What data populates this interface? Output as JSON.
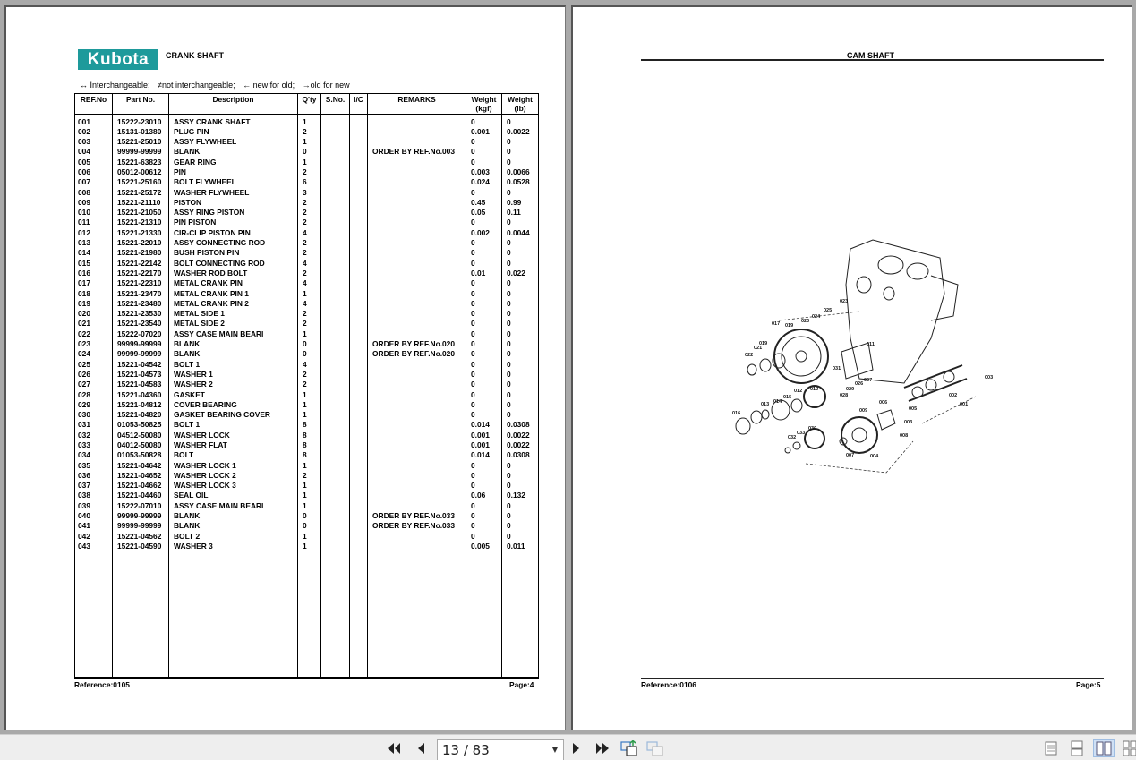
{
  "left_page": {
    "logo_text": "Kubota",
    "title": "CRANK SHAFT",
    "legend": {
      "interchangeable": "↔ Interchangeable;",
      "not_interchangeable": "≠not interchangeable;",
      "new_for_old": "← new for old;",
      "old_for_new": "→old for new"
    },
    "columns": [
      "REF.No",
      "Part No.",
      "Description",
      "Q'ty",
      "S.No.",
      "I/C",
      "REMARKS",
      "Weight\n(kgf)",
      "Weight\n(lb)"
    ],
    "columns_display": {
      "ref": "REF.No",
      "part": "Part No.",
      "desc": "Description",
      "qty": "Q'ty",
      "sno": "S.No.",
      "ic": "I/C",
      "remarks": "REMARKS",
      "wkg_1": "Weight",
      "wkg_2": "(kgf)",
      "wlb_1": "Weight",
      "wlb_2": "(lb)"
    },
    "rows": [
      {
        "ref": "001",
        "part": "15222-23010",
        "desc": "ASSY CRANK SHAFT",
        "qty": "1",
        "remarks": "",
        "kgf": "0",
        "lb": "0"
      },
      {
        "ref": "002",
        "part": "15131-01380",
        "desc": "PLUG PIN",
        "qty": "2",
        "remarks": "",
        "kgf": "0.001",
        "lb": "0.0022"
      },
      {
        "ref": "003",
        "part": "15221-25010",
        "desc": "ASSY FLYWHEEL",
        "qty": "1",
        "remarks": "",
        "kgf": "0",
        "lb": "0"
      },
      {
        "ref": "004",
        "part": "99999-99999",
        "desc": "BLANK",
        "qty": "0",
        "remarks": "ORDER BY REF.No.003",
        "kgf": "0",
        "lb": "0"
      },
      {
        "ref": "005",
        "part": "15221-63823",
        "desc": "GEAR RING",
        "qty": "1",
        "remarks": "",
        "kgf": "0",
        "lb": "0"
      },
      {
        "ref": "006",
        "part": "05012-00612",
        "desc": "PIN",
        "qty": "2",
        "remarks": "",
        "kgf": "0.003",
        "lb": "0.0066"
      },
      {
        "ref": "007",
        "part": "15221-25160",
        "desc": "BOLT FLYWHEEL",
        "qty": "6",
        "remarks": "",
        "kgf": "0.024",
        "lb": "0.0528"
      },
      {
        "ref": "008",
        "part": "15221-25172",
        "desc": "WASHER FLYWHEEL",
        "qty": "3",
        "remarks": "",
        "kgf": "0",
        "lb": "0"
      },
      {
        "ref": "009",
        "part": "15221-21110",
        "desc": "PISTON",
        "qty": "2",
        "remarks": "",
        "kgf": "0.45",
        "lb": "0.99"
      },
      {
        "ref": "010",
        "part": "15221-21050",
        "desc": "ASSY RING PISTON",
        "qty": "2",
        "remarks": "",
        "kgf": "0.05",
        "lb": "0.11"
      },
      {
        "ref": "011",
        "part": "15221-21310",
        "desc": "PIN PISTON",
        "qty": "2",
        "remarks": "",
        "kgf": "0",
        "lb": "0"
      },
      {
        "ref": "012",
        "part": "15221-21330",
        "desc": "CIR-CLIP PISTON PIN",
        "qty": "4",
        "remarks": "",
        "kgf": "0.002",
        "lb": "0.0044"
      },
      {
        "ref": "013",
        "part": "15221-22010",
        "desc": "ASSY CONNECTING ROD",
        "qty": "2",
        "remarks": "",
        "kgf": "0",
        "lb": "0"
      },
      {
        "ref": "014",
        "part": "15221-21980",
        "desc": "BUSH PISTON PIN",
        "qty": "2",
        "remarks": "",
        "kgf": "0",
        "lb": "0"
      },
      {
        "ref": "015",
        "part": "15221-22142",
        "desc": "BOLT CONNECTING ROD",
        "qty": "4",
        "remarks": "",
        "kgf": "0",
        "lb": "0"
      },
      {
        "ref": "016",
        "part": "15221-22170",
        "desc": "WASHER ROD BOLT",
        "qty": "2",
        "remarks": "",
        "kgf": "0.01",
        "lb": "0.022"
      },
      {
        "ref": "017",
        "part": "15221-22310",
        "desc": "METAL CRANK PIN",
        "qty": "4",
        "remarks": "",
        "kgf": "0",
        "lb": "0"
      },
      {
        "ref": "018",
        "part": "15221-23470",
        "desc": "METAL CRANK PIN 1",
        "qty": "1",
        "remarks": "",
        "kgf": "0",
        "lb": "0"
      },
      {
        "ref": "019",
        "part": "15221-23480",
        "desc": "METAL CRANK PIN 2",
        "qty": "4",
        "remarks": "",
        "kgf": "0",
        "lb": "0"
      },
      {
        "ref": "020",
        "part": "15221-23530",
        "desc": "METAL SIDE 1",
        "qty": "2",
        "remarks": "",
        "kgf": "0",
        "lb": "0"
      },
      {
        "ref": "021",
        "part": "15221-23540",
        "desc": "METAL SIDE 2",
        "qty": "2",
        "remarks": "",
        "kgf": "0",
        "lb": "0"
      },
      {
        "ref": "022",
        "part": "15222-07020",
        "desc": "ASSY CASE MAIN BEARI",
        "qty": "1",
        "remarks": "",
        "kgf": "0",
        "lb": "0"
      },
      {
        "ref": "023",
        "part": "99999-99999",
        "desc": "BLANK",
        "qty": "0",
        "remarks": "ORDER BY REF.No.020",
        "kgf": "0",
        "lb": "0"
      },
      {
        "ref": "024",
        "part": "99999-99999",
        "desc": "BLANK",
        "qty": "0",
        "remarks": "ORDER BY REF.No.020",
        "kgf": "0",
        "lb": "0"
      },
      {
        "ref": "025",
        "part": "15221-04542",
        "desc": "BOLT 1",
        "qty": "4",
        "remarks": "",
        "kgf": "0",
        "lb": "0"
      },
      {
        "ref": "026",
        "part": "15221-04573",
        "desc": "WASHER 1",
        "qty": "2",
        "remarks": "",
        "kgf": "0",
        "lb": "0"
      },
      {
        "ref": "027",
        "part": "15221-04583",
        "desc": "WASHER 2",
        "qty": "2",
        "remarks": "",
        "kgf": "0",
        "lb": "0"
      },
      {
        "ref": "028",
        "part": "15221-04360",
        "desc": "GASKET",
        "qty": "1",
        "remarks": "",
        "kgf": "0",
        "lb": "0"
      },
      {
        "ref": "029",
        "part": "15221-04812",
        "desc": "COVER BEARING",
        "qty": "1",
        "remarks": "",
        "kgf": "0",
        "lb": "0"
      },
      {
        "ref": "030",
        "part": "15221-04820",
        "desc": "GASKET BEARING COVER",
        "qty": "1",
        "remarks": "",
        "kgf": "0",
        "lb": "0"
      },
      {
        "ref": "031",
        "part": "01053-50825",
        "desc": "BOLT 1",
        "qty": "8",
        "remarks": "",
        "kgf": "0.014",
        "lb": "0.0308"
      },
      {
        "ref": "032",
        "part": "04512-50080",
        "desc": "WASHER LOCK",
        "qty": "8",
        "remarks": "",
        "kgf": "0.001",
        "lb": "0.0022"
      },
      {
        "ref": "033",
        "part": "04012-50080",
        "desc": "WASHER FLAT",
        "qty": "8",
        "remarks": "",
        "kgf": "0.001",
        "lb": "0.0022"
      },
      {
        "ref": "034",
        "part": "01053-50828",
        "desc": "BOLT",
        "qty": "8",
        "remarks": "",
        "kgf": "0.014",
        "lb": "0.0308"
      },
      {
        "ref": "035",
        "part": "15221-04642",
        "desc": "WASHER LOCK 1",
        "qty": "1",
        "remarks": "",
        "kgf": "0",
        "lb": "0"
      },
      {
        "ref": "036",
        "part": "15221-04652",
        "desc": "WASHER LOCK 2",
        "qty": "2",
        "remarks": "",
        "kgf": "0",
        "lb": "0"
      },
      {
        "ref": "037",
        "part": "15221-04662",
        "desc": "WASHER LOCK 3",
        "qty": "1",
        "remarks": "",
        "kgf": "0",
        "lb": "0"
      },
      {
        "ref": "038",
        "part": "15221-04460",
        "desc": "SEAL OIL",
        "qty": "1",
        "remarks": "",
        "kgf": "0.06",
        "lb": "0.132"
      },
      {
        "ref": "039",
        "part": "15222-07010",
        "desc": "ASSY CASE MAIN BEARI",
        "qty": "1",
        "remarks": "",
        "kgf": "0",
        "lb": "0"
      },
      {
        "ref": "040",
        "part": "99999-99999",
        "desc": "BLANK",
        "qty": "0",
        "remarks": "ORDER BY REF.No.033",
        "kgf": "0",
        "lb": "0"
      },
      {
        "ref": "041",
        "part": "99999-99999",
        "desc": "BLANK",
        "qty": "0",
        "remarks": "ORDER BY REF.No.033",
        "kgf": "0",
        "lb": "0"
      },
      {
        "ref": "042",
        "part": "15221-04562",
        "desc": "BOLT 2",
        "qty": "1",
        "remarks": "",
        "kgf": "0",
        "lb": "0"
      },
      {
        "ref": "043",
        "part": "15221-04590",
        "desc": "WASHER 3",
        "qty": "1",
        "remarks": "",
        "kgf": "0.005",
        "lb": "0.011"
      }
    ],
    "footer": {
      "reference": "Reference:0105",
      "page": "Page:4"
    }
  },
  "right_page": {
    "title": "CAM SHAFT",
    "diagram_callouts": [
      "001",
      "002",
      "003",
      "004",
      "005",
      "006",
      "007",
      "008",
      "009",
      "010",
      "011",
      "012",
      "013",
      "014",
      "015",
      "016",
      "017",
      "019",
      "020",
      "021",
      "022",
      "023",
      "024",
      "025",
      "026",
      "027",
      "028",
      "029",
      "030",
      "031",
      "032",
      "033"
    ],
    "footer": {
      "reference": "Reference:0106",
      "page": "Page:5"
    }
  },
  "toolbar": {
    "page_indicator": "13 / 83",
    "current_page": 13,
    "total_pages": 83,
    "buttons": {
      "first": "first-page",
      "prev": "previous-page",
      "next": "next-page",
      "last": "last-page",
      "go_back": "previous-view",
      "go_forward": "next-view",
      "single_page": "single-page-view",
      "continuous": "continuous-view",
      "facing": "facing-view"
    },
    "active_view": "facing"
  },
  "colors": {
    "brand": "#1e9a9b",
    "viewer_bg": "#a9a9a9",
    "toolbar_bg": "#eeeeee",
    "active_view_bg": "#cfe0f5"
  }
}
